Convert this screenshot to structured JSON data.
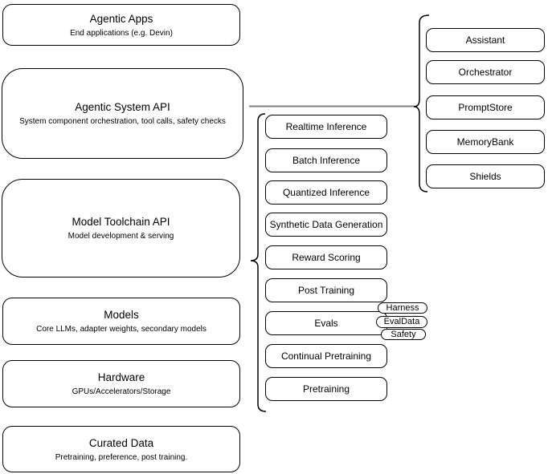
{
  "diagram": {
    "colors": {
      "stroke": "#000000",
      "fill": "#ffffff",
      "connector": "#7f7f7f",
      "text": "#000000"
    },
    "stack": [
      {
        "title": "Agentic Apps",
        "subtitle": "End applications (e.g. Devin)"
      },
      {
        "title": "Agentic System API",
        "subtitle": "System component orchestration, tool calls, safety checks"
      },
      {
        "title": "Model Toolchain API",
        "subtitle": "Model development & serving"
      },
      {
        "title": "Models",
        "subtitle": "Core LLMs, adapter weights, secondary models"
      },
      {
        "title": "Hardware",
        "subtitle": "GPUs/Accelerators/Storage"
      },
      {
        "title": "Curated Data",
        "subtitle": "Pretraining, preference, post training."
      }
    ],
    "toolchain_items": [
      "Realtime Inference",
      "Batch Inference",
      "Quantized Inference",
      "Synthetic Data Generation",
      "Reward Scoring",
      "Post Training",
      "Evals",
      "Continual Pretraining",
      "Pretraining"
    ],
    "system_items": [
      "Assistant",
      "Orchestrator",
      "PromptStore",
      "MemoryBank",
      "Shields"
    ],
    "eval_tags": [
      "Harness",
      "EvalData",
      "Safety"
    ]
  }
}
